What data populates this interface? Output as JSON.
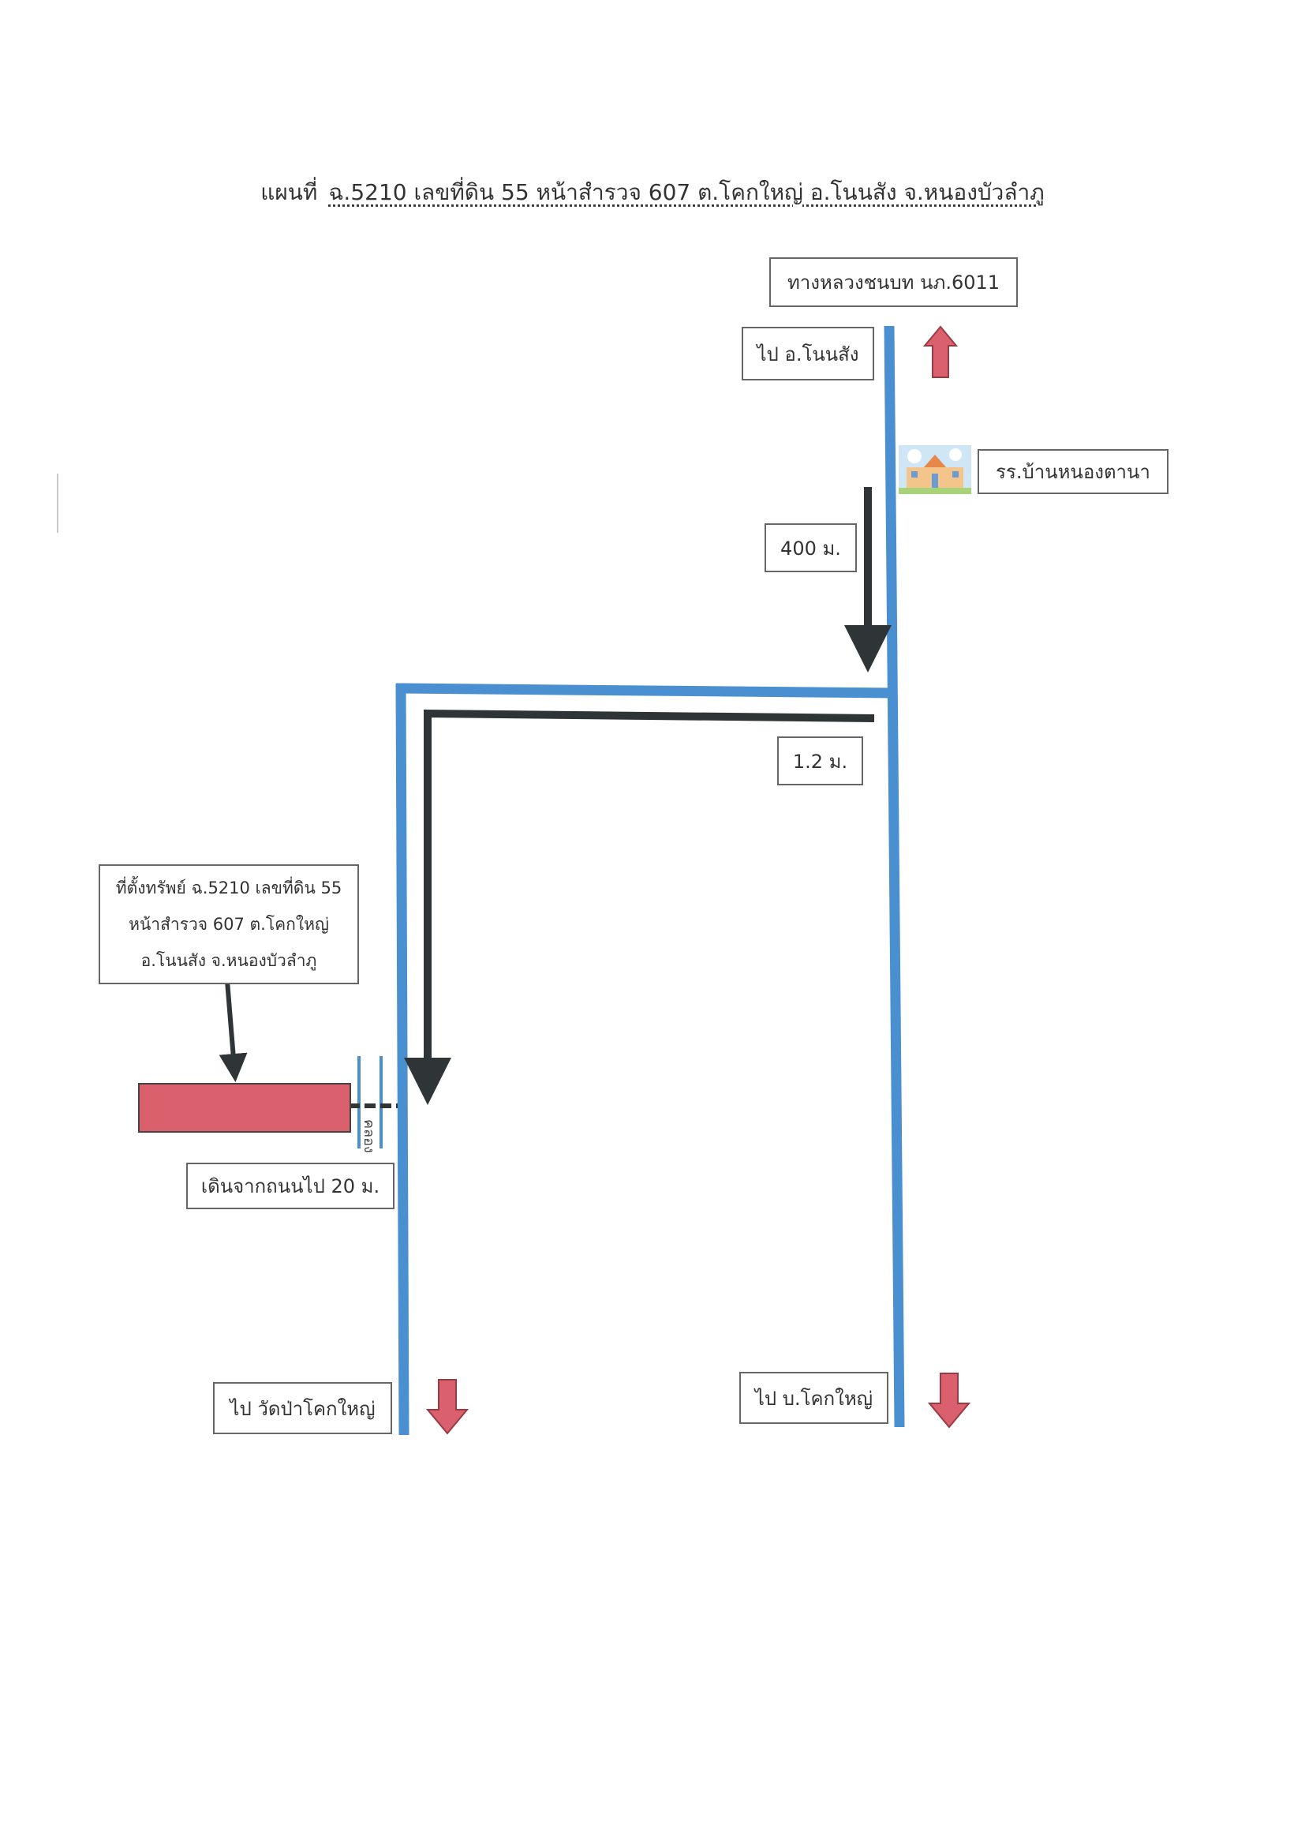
{
  "title": {
    "prefix": "แผนที่",
    "detail": "ฉ.5210 เลขที่ดิน 55 หน้าสำรวจ 607 ต.โคกใหญ่ อ.โนนสัง จ.หนองบัวลำภู"
  },
  "labels": {
    "rural_road": "ทางหลวงชนบท นภ.6011",
    "to_nonsang": "ไป อ.โนนสัง",
    "school": "รร.บ้านหนองตานา",
    "distance_400": "400 ม.",
    "distance_1_2": "1.2 ม.",
    "property_line1": "ที่ตั้งทรัพย์ ฉ.5210 เลขที่ดิน 55",
    "property_line2": "หน้าสำรวจ 607 ต.โคกใหญ่",
    "property_line3": "อ.โนนสัง จ.หนองบัวลำภู",
    "walk_20": "เดินจากถนนไป 20 ม.",
    "to_wat": "ไป วัดป่าโคกใหญ่",
    "to_khokyai": "ไป บ.โคกใหญ่",
    "canal": "คลอง"
  },
  "icons": {
    "school": "school-building-icon",
    "direction_up": "red-up-arrow-icon",
    "direction_down": "red-down-arrow-icon"
  },
  "colors": {
    "road": "#4a90d0",
    "route": "#2f3436",
    "direction_arrow": "#d9606c",
    "property": "#d9606c",
    "label_border": "#666666"
  }
}
